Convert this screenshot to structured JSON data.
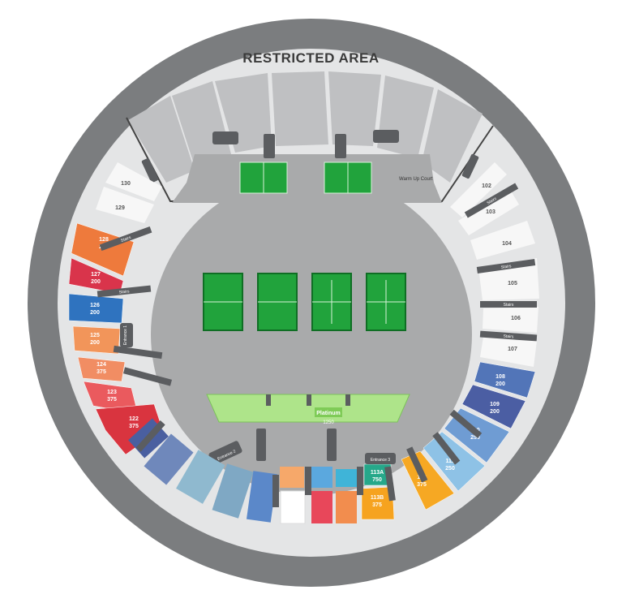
{
  "map": {
    "title": "RESTRICTED AREA",
    "warmup_label": "Warm Up Court",
    "platinum": {
      "label": "Platinum",
      "price": "1250"
    },
    "entrances": [
      "Entrance 1",
      "Entrance 2",
      "Entrance 3"
    ],
    "stairs_label": "Stairs",
    "colors": {
      "outer_ring": "#7b7d7f",
      "concourse": "#e4e5e6",
      "floor": "#a9aaab",
      "court": "#21a33c",
      "court_line": "#d8f2d8",
      "platinum": "#aee48a",
      "stairs": "#5b5d60",
      "unavailable": "#f7f7f7"
    },
    "sections_right": [
      {
        "id": "102",
        "price": "",
        "color": "#f7f7f7"
      },
      {
        "id": "103",
        "price": "",
        "color": "#f7f7f7"
      },
      {
        "id": "104",
        "price": "",
        "color": "#f7f7f7"
      },
      {
        "id": "105",
        "price": "",
        "color": "#f7f7f7"
      },
      {
        "id": "106",
        "price": "",
        "color": "#f7f7f7"
      },
      {
        "id": "107",
        "price": "",
        "color": "#f7f7f7"
      },
      {
        "id": "108",
        "price": "200",
        "color": "#5275b8"
      },
      {
        "id": "109",
        "price": "200",
        "color": "#4b5ea3"
      },
      {
        "id": "110",
        "price": "250",
        "color": "#6f9cd3"
      },
      {
        "id": "111",
        "price": "250",
        "color": "#8ec2e6"
      },
      {
        "id": "112",
        "price": "375",
        "color": "#f6a823"
      }
    ],
    "sections_left": [
      {
        "id": "130",
        "price": "",
        "color": "#f7f7f7"
      },
      {
        "id": "129",
        "price": "",
        "color": "#f7f7f7"
      },
      {
        "id": "128",
        "price": "200",
        "color": "#ee7a3c"
      },
      {
        "id": "127",
        "price": "200",
        "color": "#d9344b"
      },
      {
        "id": "126",
        "price": "200",
        "color": "#2f73bf"
      },
      {
        "id": "125",
        "price": "200",
        "color": "#f2955a"
      },
      {
        "id": "124",
        "price": "375",
        "color": "#f18d63"
      },
      {
        "id": "123",
        "price": "375",
        "color": "#ea5a5e"
      },
      {
        "id": "122",
        "price": "375",
        "color": "#d9343f"
      }
    ],
    "sections_bottom": [
      {
        "id": "113A",
        "price": "750",
        "color": "#26a88a"
      },
      {
        "id": "113B",
        "price": "375",
        "color": "#f6a31f"
      }
    ]
  }
}
